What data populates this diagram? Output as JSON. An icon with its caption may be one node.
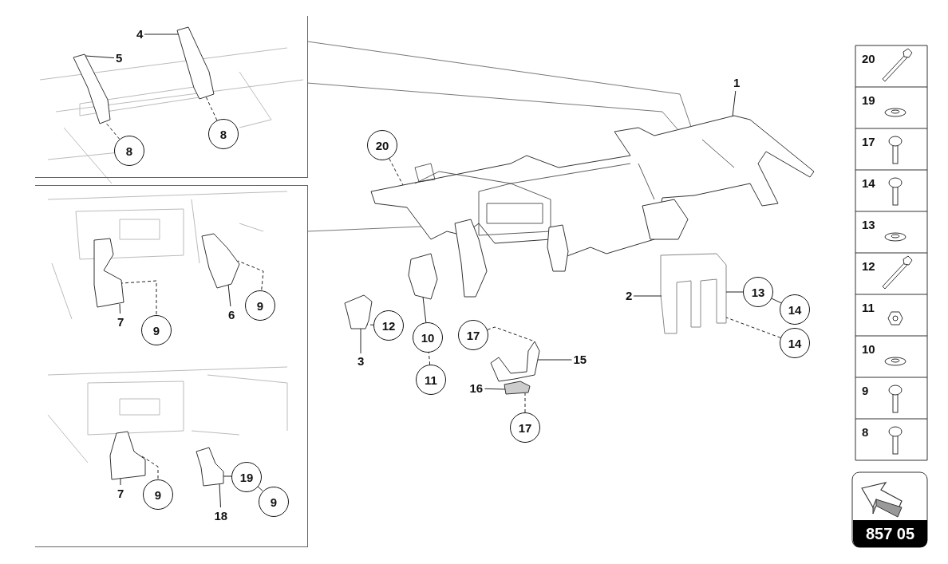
{
  "diagram": {
    "nodes": [
      {
        "text": [],
        "shape": "box"
      },
      {
        "text": [
          "4"
        ],
        "in": 0
      },
      {
        "text": [
          "5"
        ],
        "in": 0
      },
      {
        "text": [
          "8"
        ],
        "in": 0
      },
      {
        "text": [
          "8"
        ],
        "in": 0
      },
      {
        "text": [],
        "shape": "picture",
        "in": 0
      },
      {
        "text": [],
        "shape": "picture",
        "in": 0
      },
      {
        "text": [],
        "shape": "box"
      },
      {
        "text": [
          "7"
        ],
        "in": 7
      },
      {
        "text": [
          "9"
        ],
        "in": 7
      },
      {
        "text": [
          "6"
        ],
        "in": 7
      },
      {
        "text": [
          "9"
        ],
        "in": 7
      },
      {
        "text": [],
        "shape": "picture",
        "in": 7
      },
      {
        "text": [],
        "shape": "picture",
        "in": 7
      },
      {
        "text": [
          "7"
        ],
        "in": 7
      },
      {
        "text": [
          "9"
        ],
        "in": 7
      },
      {
        "text": [
          "18"
        ],
        "in": 7
      },
      {
        "text": [
          "19"
        ],
        "in": 7
      },
      {
        "text": [
          "9"
        ],
        "in": 7
      },
      {
        "text": [],
        "shape": "picture",
        "in": 7
      },
      {
        "text": [],
        "shape": "picture",
        "in": 7
      },
      {
        "text": [
          "20"
        ]
      },
      {
        "text": [
          "1"
        ]
      },
      {
        "text": [],
        "shape": "picture"
      },
      {
        "text": [
          "12"
        ]
      },
      {
        "text": [
          "3"
        ]
      },
      {
        "text": [],
        "shape": "picture"
      },
      {
        "text": [
          "10"
        ]
      },
      {
        "text": [
          "11"
        ]
      },
      {
        "text": [
          "2"
        ]
      },
      {
        "text": [],
        "shape": "picture"
      },
      {
        "text": [
          "13"
        ]
      },
      {
        "text": [
          "14"
        ]
      },
      {
        "text": [
          "14"
        ]
      },
      {
        "text": [
          "17"
        ]
      },
      {
        "text": [
          "15"
        ]
      },
      {
        "text": [],
        "shape": "picture"
      },
      {
        "text": [
          "16"
        ]
      },
      {
        "text": [],
        "shape": "picture"
      },
      {
        "text": [
          "17"
        ]
      }
    ],
    "edges": [
      {
        "from": 1,
        "to": 6,
        "arrow": "none"
      },
      {
        "from": 2,
        "to": 5,
        "arrow": "none"
      },
      {
        "from": 3,
        "to": 5,
        "arrow": "none",
        "style": "dashed"
      },
      {
        "from": 4,
        "to": 6,
        "arrow": "none",
        "style": "dashed"
      },
      {
        "from": 21,
        "to": 23,
        "arrow": "none",
        "style": "dashed"
      },
      {
        "from": 22,
        "to": 23,
        "arrow": "none"
      },
      {
        "from": 8,
        "to": 12,
        "arrow": "none"
      },
      {
        "from": 9,
        "to": 12,
        "arrow": "none",
        "style": "dashed"
      },
      {
        "from": 10,
        "to": 13,
        "arrow": "none"
      },
      {
        "from": 11,
        "to": 13,
        "arrow": "none",
        "style": "dashed"
      },
      {
        "from": 24,
        "to": 26,
        "arrow": "none",
        "style": "dashed"
      },
      {
        "from": 25,
        "to": 26,
        "arrow": "none"
      },
      {
        "from": 27,
        "to": 23,
        "arrow": "none"
      },
      {
        "from": 28,
        "to": 27,
        "arrow": "none",
        "style": "dashed"
      },
      {
        "from": 29,
        "to": 30,
        "arrow": "none"
      },
      {
        "from": 31,
        "to": 30,
        "arrow": "none"
      },
      {
        "from": 32,
        "to": 31,
        "arrow": "none"
      },
      {
        "from": 33,
        "to": 30,
        "arrow": "none",
        "style": "dashed"
      },
      {
        "from": 34,
        "to": 36,
        "arrow": "none",
        "style": "dashed"
      },
      {
        "from": 35,
        "to": 36,
        "arrow": "none"
      },
      {
        "from": 37,
        "to": 38,
        "arrow": "none"
      },
      {
        "from": 39,
        "to": 38,
        "arrow": "none",
        "style": "dashed"
      },
      {
        "from": 14,
        "to": 19,
        "arrow": "none"
      },
      {
        "from": 15,
        "to": 19,
        "arrow": "none",
        "style": "dashed"
      },
      {
        "from": 16,
        "to": 20,
        "arrow": "none"
      },
      {
        "from": 17,
        "to": 20,
        "arrow": "none"
      },
      {
        "from": 18,
        "to": 17,
        "arrow": "none"
      },
      {
        "from": 0,
        "to": 23,
        "arrow": "none"
      },
      {
        "from": 0,
        "to": 23,
        "arrow": "none"
      },
      {
        "from": 7,
        "to": 23,
        "arrow": "none"
      }
    ],
    "labels": [
      "20",
      "19",
      "17",
      "14",
      "13",
      "12",
      "11",
      "10",
      "9",
      "8",
      "857 05"
    ]
  }
}
